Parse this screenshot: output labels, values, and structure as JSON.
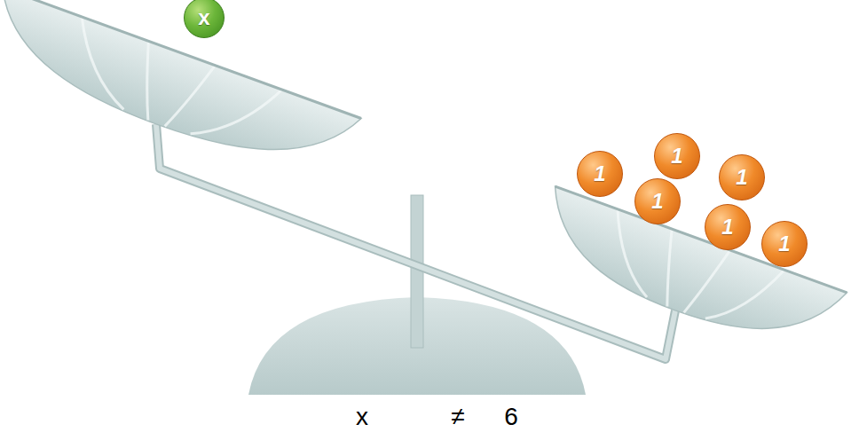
{
  "diagram": {
    "nodes": [
      {
        "text": [
          "x"
        ]
      },
      {
        "text": [
          "1"
        ]
      },
      {
        "text": [
          "1"
        ]
      },
      {
        "text": [
          "1"
        ]
      },
      {
        "text": [
          "1"
        ]
      },
      {
        "text": [
          "1"
        ]
      },
      {
        "text": [
          "1"
        ]
      }
    ],
    "labels": [
      "x",
      "≠",
      "6"
    ]
  }
}
